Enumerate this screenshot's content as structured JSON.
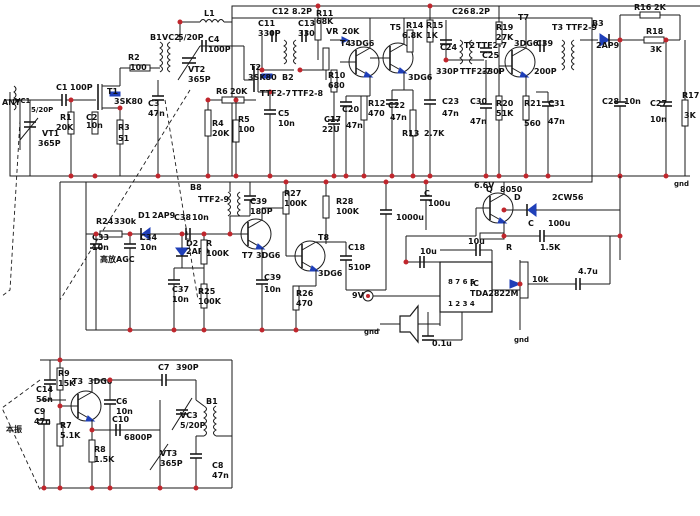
{
  "components": {
    "antenna": {
      "ref": "ANT"
    },
    "vc1": {
      "ref": "VC1",
      "value": "5/20P"
    },
    "vt1": {
      "ref": "VT1",
      "value": "365P"
    },
    "c1": {
      "ref": "C1",
      "value": "100P"
    },
    "r1": {
      "ref": "R1",
      "value": "20K"
    },
    "t1": {
      "ref": "T1",
      "value": "3SK80"
    },
    "c2": {
      "ref": "C2",
      "value": "10n"
    },
    "r3": {
      "ref": "R3",
      "value": "51"
    },
    "r2": {
      "ref": "R2",
      "value": "100"
    },
    "b1": {
      "ref": "B1"
    },
    "vc2": {
      "ref": "VC2",
      "value": "5/20P"
    },
    "vt2": {
      "ref": "VT2",
      "value": "365P"
    },
    "c3": {
      "ref": "C3",
      "value": "47n"
    },
    "c4": {
      "ref": "C4",
      "value": "100P"
    },
    "l1": {
      "ref": "L1"
    },
    "t2": {
      "ref": "T2",
      "value": "3SK80"
    },
    "r4": {
      "ref": "R4",
      "value": "20K"
    },
    "r5": {
      "ref": "R5",
      "value": "100"
    },
    "r6": {
      "ref": "R6",
      "value": "20K"
    },
    "c5": {
      "ref": "C5",
      "value": "10n"
    },
    "c11": {
      "ref": "C11",
      "value": "330P"
    },
    "c12": {
      "ref": "C12",
      "value": "8.2P"
    },
    "c13": {
      "ref": "C13",
      "value": "330P"
    },
    "b2": {
      "ref": "B2"
    },
    "ttf27": {
      "ref": "TTF2-7"
    },
    "ttf28": {
      "ref": "TTF2-8"
    },
    "r11": {
      "ref": "R11",
      "value": "68K"
    },
    "vr": {
      "ref": "VR",
      "value": "20K"
    },
    "t4": {
      "ref": "T4",
      "value": "3DG6"
    },
    "r10": {
      "ref": "R10",
      "value": "680"
    },
    "c17": {
      "ref": "C17",
      "value": "22U"
    },
    "c20": {
      "ref": "C20",
      "value": "47n"
    },
    "r12": {
      "ref": "R12",
      "value": "470"
    },
    "t5": {
      "ref": "T5",
      "value": "3DG6"
    },
    "r14": {
      "ref": "R14",
      "value": "6.8K"
    },
    "c22": {
      "ref": "C22",
      "value": "47n"
    },
    "r13": {
      "ref": "R13",
      "value": "2.7K"
    },
    "r15": {
      "ref": "R15",
      "value": "1K"
    },
    "c26": {
      "ref": "C26",
      "value": "8.2P"
    },
    "c24": {
      "ref": "C24",
      "value": "330P"
    },
    "t2b": {
      "ref": "T2"
    },
    "ttf27b": {
      "ref": "TTF2-7"
    },
    "c23": {
      "ref": "C23",
      "value": "47n"
    },
    "c25": {
      "ref": "C25",
      "value": "330P"
    },
    "r19": {
      "ref": "R19",
      "value": "27K"
    },
    "t7": {
      "ref": "T7",
      "value": "3DG6"
    },
    "c30": {
      "ref": "C30",
      "value": "47n"
    },
    "r20": {
      "ref": "R20",
      "value": "51K"
    },
    "r21": {
      "ref": "R21",
      "value": "560"
    },
    "c39a": {
      "ref": "C39",
      "value": "200P"
    },
    "c31": {
      "ref": "C31",
      "value": "47n"
    },
    "t3": {
      "ref": "T3",
      "value": "TTF2-9"
    },
    "b3": {
      "ref": "B3",
      "value": "2AP9"
    },
    "r16": {
      "ref": "R16",
      "value": "2K"
    },
    "r18": {
      "ref": "R18",
      "value": "3K"
    },
    "c28": {
      "ref": "C28",
      "value": "10n"
    },
    "c27": {
      "ref": "C27",
      "value": "10n"
    },
    "r17": {
      "ref": "R17",
      "value": "3K"
    },
    "c19": {
      "ref": "C",
      "value": "100u"
    },
    "c1000": {
      "value": "1000u"
    },
    "q8050": {
      "ref": "Q",
      "value": "8050",
      "voltage": "6.6V"
    },
    "zener": {
      "ref": "D",
      "value": "2CW56"
    },
    "cq": {
      "ref": "C",
      "value": "100u"
    },
    "rq": {
      "ref": "R",
      "value": "1.5K"
    },
    "b8": {
      "ref": "B8",
      "value": "TTF2-9"
    },
    "c39b": {
      "ref": "C39",
      "value": "180P"
    },
    "r27": {
      "ref": "R27",
      "value": "100K"
    },
    "r28": {
      "ref": "R28",
      "value": "100K"
    },
    "r24": {
      "ref": "R24",
      "value": "330k"
    },
    "d1": {
      "ref": "D1",
      "value": "2AP9"
    },
    "c38": {
      "ref": "C38",
      "value": "10n"
    },
    "c33": {
      "ref": "C33",
      "value": "10n"
    },
    "c34": {
      "ref": "C34",
      "value": "10n"
    },
    "agc": {
      "label": "高放AGC"
    },
    "d2": {
      "ref": "D2",
      "value": "2AP9"
    },
    "r_d2": {
      "ref": "R",
      "value": "100K"
    },
    "t7b": {
      "ref": "T7",
      "value": "3DG6"
    },
    "t8": {
      "ref": "T8",
      "value": "3DG6"
    },
    "c18": {
      "ref": "C18",
      "value": "510P"
    },
    "c37": {
      "ref": "C37",
      "value": "10n"
    },
    "r25": {
      "ref": "R25",
      "value": "100K"
    },
    "c39c": {
      "ref": "C39",
      "value": "10n"
    },
    "r26": {
      "ref": "R26",
      "value": "470"
    },
    "ic": {
      "ref": "IC",
      "value": "TDA2822M"
    },
    "c10u": {
      "value": "10u"
    },
    "c10u2": {
      "value": "10u"
    },
    "c01u": {
      "value": "0.1u"
    },
    "pot10k": {
      "value": "10k"
    },
    "cin47": {
      "value": "4.7u"
    },
    "supply": {
      "value": "9V"
    },
    "c14": {
      "ref": "C14",
      "value": "56n"
    },
    "r9": {
      "ref": "R9",
      "value": "15K"
    },
    "t3b": {
      "ref": "T3",
      "value": "3DG6"
    },
    "c9": {
      "ref": "C9",
      "value": "47n"
    },
    "r7": {
      "ref": "R7",
      "value": "5.1K"
    },
    "c6": {
      "ref": "C6",
      "value": "10n"
    },
    "c7": {
      "ref": "C7",
      "value": "390P"
    },
    "c10": {
      "ref": "C10",
      "value": "6800P"
    },
    "r8": {
      "ref": "R8",
      "value": "1.5K"
    },
    "vc3": {
      "ref": "VC3",
      "value": "5/20P"
    },
    "vt3": {
      "ref": "VT3",
      "value": "365P"
    },
    "b1b": {
      "ref": "B1"
    },
    "c8": {
      "ref": "C8",
      "value": "47n"
    },
    "osc_label": {
      "label": "本振"
    }
  }
}
